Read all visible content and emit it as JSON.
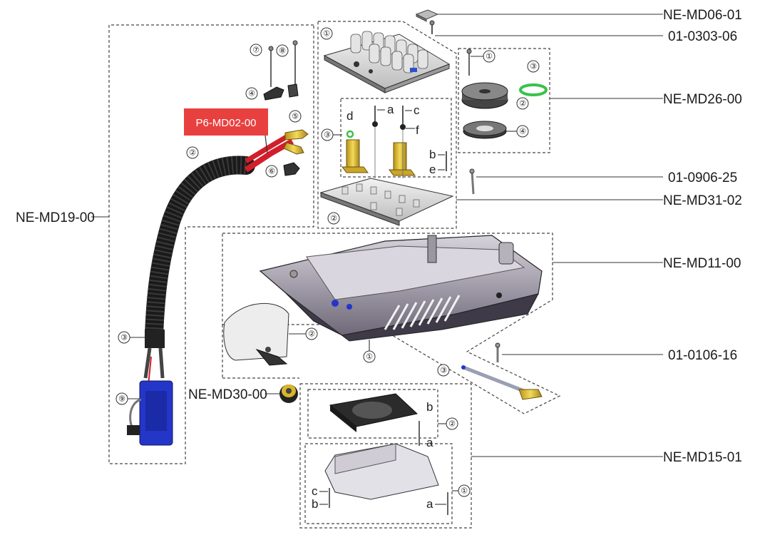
{
  "callouts": {
    "ne_md06_01": "NE-MD06-01",
    "c_01_0303_06": "01-0303-06",
    "ne_md26_00": "NE-MD26-00",
    "c_01_0906_25": "01-0906-25",
    "ne_md31_02": "NE-MD31-02",
    "ne_md19_00": "NE-MD19-00",
    "ne_md11_00": "NE-MD11-00",
    "c_01_0106_16": "01-0106-16",
    "ne_md30_00": "NE-MD30-00",
    "ne_md15_01": "NE-MD15-01"
  },
  "badge": {
    "label": "P6-MD02-00",
    "color": "#e8403f"
  },
  "numbers": {
    "n1": "①",
    "n2": "②",
    "n3": "③",
    "n4": "④",
    "n5": "⑤",
    "n6": "⑥",
    "n7": "⑦",
    "n8": "⑧",
    "n9": "⑨"
  },
  "letters": {
    "a": "a",
    "b": "b",
    "c": "c",
    "d": "d",
    "e": "e",
    "f": "f"
  },
  "colors": {
    "line": "#333333",
    "cable_red": "#d21e2a",
    "gold": "#d9b52a",
    "blue": "#2336c8",
    "green_ring": "#39c24a"
  }
}
